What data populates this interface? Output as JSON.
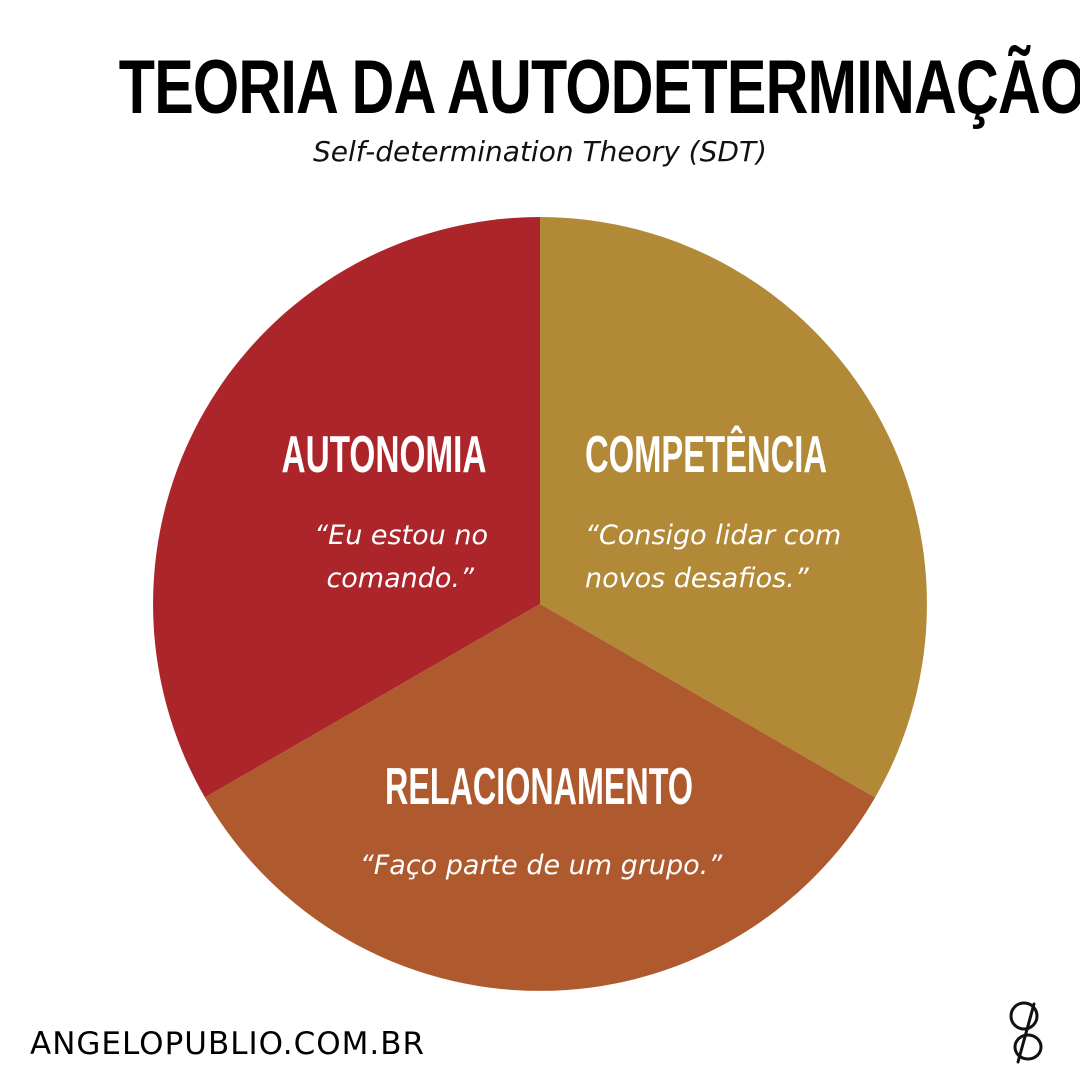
{
  "header": {
    "title": "TEORIA DA AUTODETERMINAÇÃO",
    "subtitle": "Self-determination Theory (SDT)"
  },
  "segments": [
    {
      "label": "AUTONOMIA",
      "quote_line1": "“Eu estou no",
      "quote_line2": "comando.”",
      "color": "#AC252B"
    },
    {
      "label": "COMPETÊNCIA",
      "quote_line1": "“Consigo lidar com",
      "quote_line2": "novos desafios.”",
      "color": "#B28937"
    },
    {
      "label": "RELACIONAMENTO",
      "quote_line1": "“Faço parte de um grupo.”",
      "color": "#AF5A2E"
    }
  ],
  "footer": {
    "website": "ANGELOPUBLIO.COM.BR",
    "logo_icon": "ap-monogram-icon"
  }
}
